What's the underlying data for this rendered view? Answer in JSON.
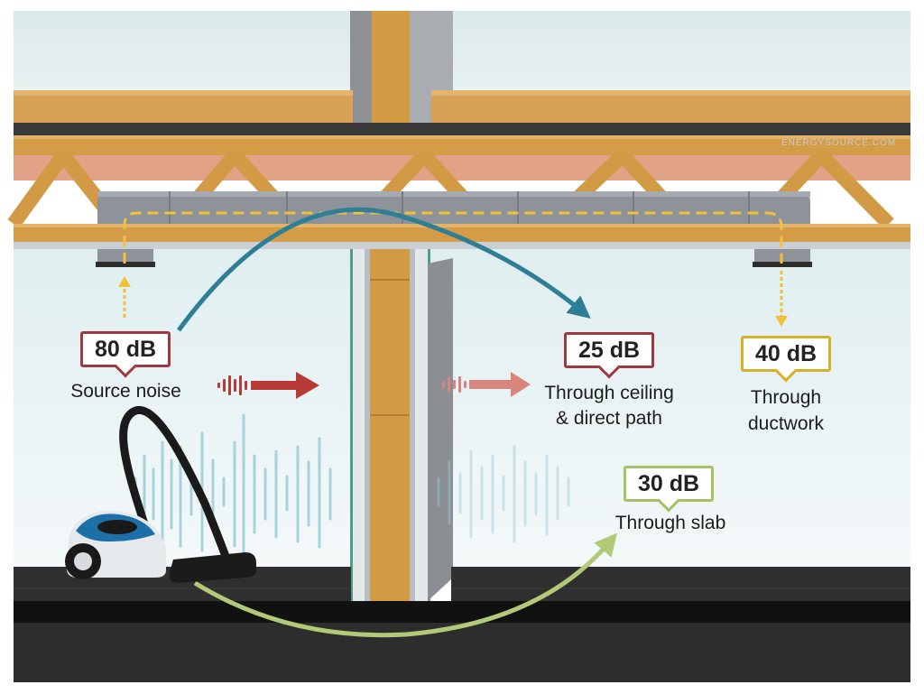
{
  "watermark": "ENERGYSOURCE.COM",
  "callouts": {
    "source": {
      "value": "80 dB",
      "caption": "Source noise",
      "color": "#9e3a3e"
    },
    "ceiling": {
      "value": "25 dB",
      "caption_line1": "Through ceiling",
      "caption_line2": "& direct path",
      "color": "#9e3a3e"
    },
    "ductwork": {
      "value": "40 dB",
      "caption_line1": "Through",
      "caption_line2": "ductwork",
      "color": "#d6b225"
    },
    "slab": {
      "value": "30 dB",
      "caption": "Through slab",
      "color": "#a4c163"
    }
  },
  "colors": {
    "wood": "#d29a45",
    "duct": "#8e949a",
    "duct_path": "#f2c13a",
    "ceiling_arc": "#2e7e96",
    "slab_arc": "#b2c978",
    "sound_arrow": "#b83a34",
    "floor": "#2d2d2d",
    "wave": "#9ccbd8"
  },
  "icons": {
    "vacuum": "vacuum-cleaner-icon",
    "sound_arrow": "sound-wave-arrow-icon",
    "duct_arrow": "dashed-arrow-icon"
  }
}
